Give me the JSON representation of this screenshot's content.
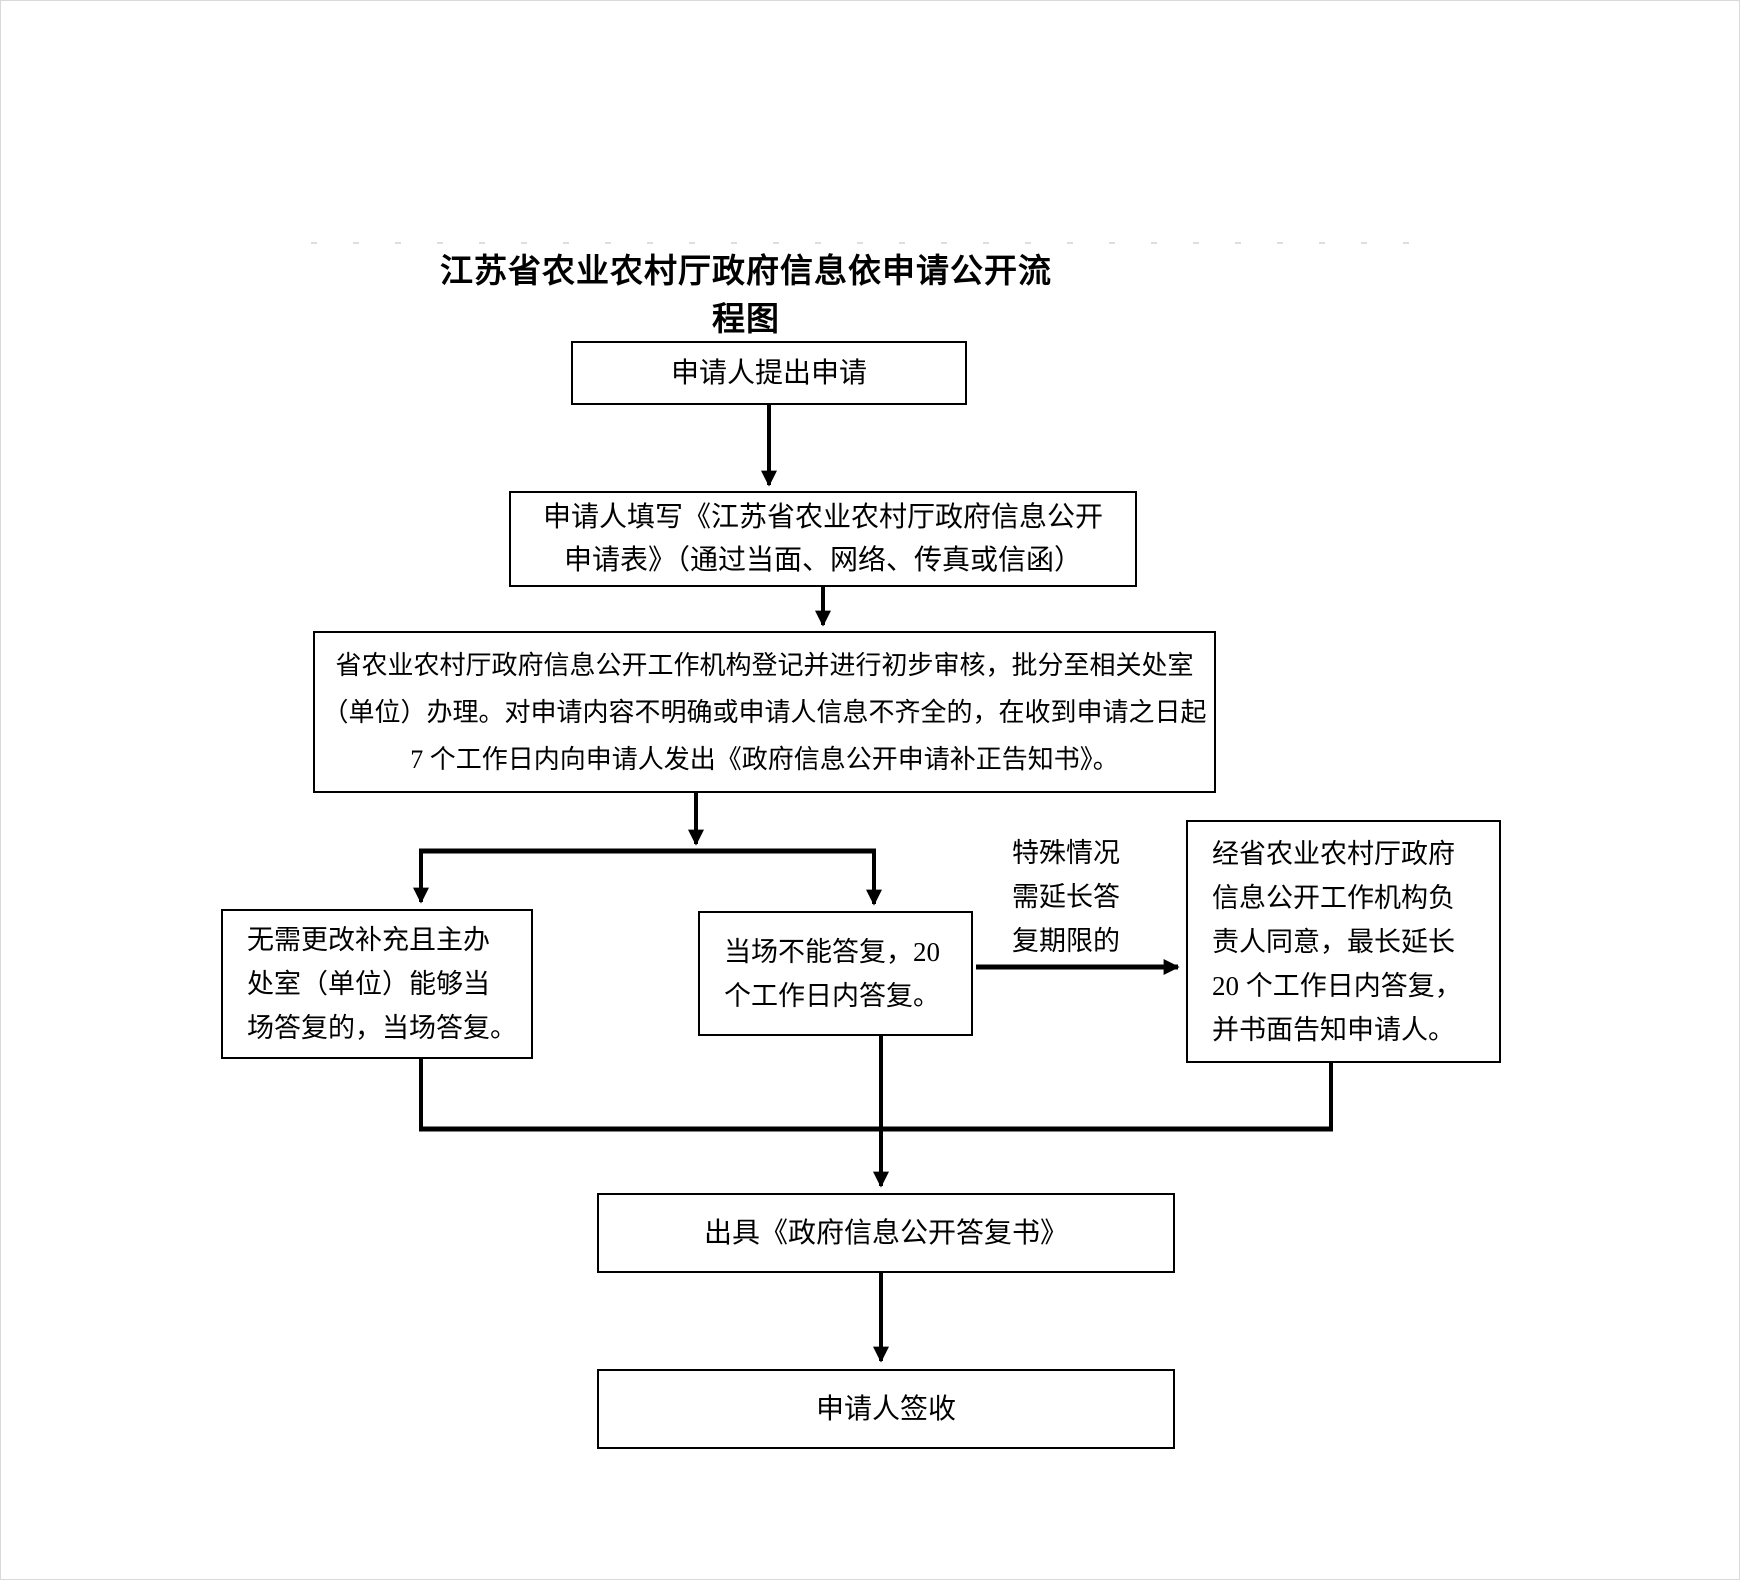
{
  "title": "江苏省农业农村厅政府信息依申请公开流程图",
  "nodes": {
    "apply": {
      "text": "申请人提出申请"
    },
    "fill_form": {
      "lines": [
        "申请人填写《江苏省农业农村厅政府信息公开",
        "申请表》（通过当面、网络、传真或信函）"
      ]
    },
    "registration": {
      "lines": [
        "省农业农村厅政府信息公开工作机构登记并进行初步审核，批分至相关处室",
        "（单位）办理。对申请内容不明确或申请人信息不齐全的，在收到申请之日起",
        "7 个工作日内向申请人发出《政府信息公开申请补正告知书》。"
      ]
    },
    "onsite_reply": {
      "lines": [
        "无需更改补充且主办",
        "处室（单位）能够当",
        "场答复的，当场答复。"
      ]
    },
    "reply_20days": {
      "lines": [
        "当场不能答复，20",
        "个工作日内答复。"
      ]
    },
    "extension": {
      "lines": [
        "经省农业农村厅政府",
        "信息公开工作机构负",
        "责人同意，最长延长",
        "20 个工作日内答复，",
        "并书面告知申请人。"
      ]
    },
    "issue_reply": {
      "text": "出具《政府信息公开答复书》"
    },
    "sign_receipt": {
      "text": "申请人签收"
    }
  },
  "edge_labels": {
    "special_case": {
      "lines": [
        "特殊情况",
        "需延长答",
        "复期限的"
      ]
    }
  },
  "colors": {
    "line": "#000000",
    "box_border": "#000000",
    "text": "#000000",
    "background": "#ffffff"
  }
}
